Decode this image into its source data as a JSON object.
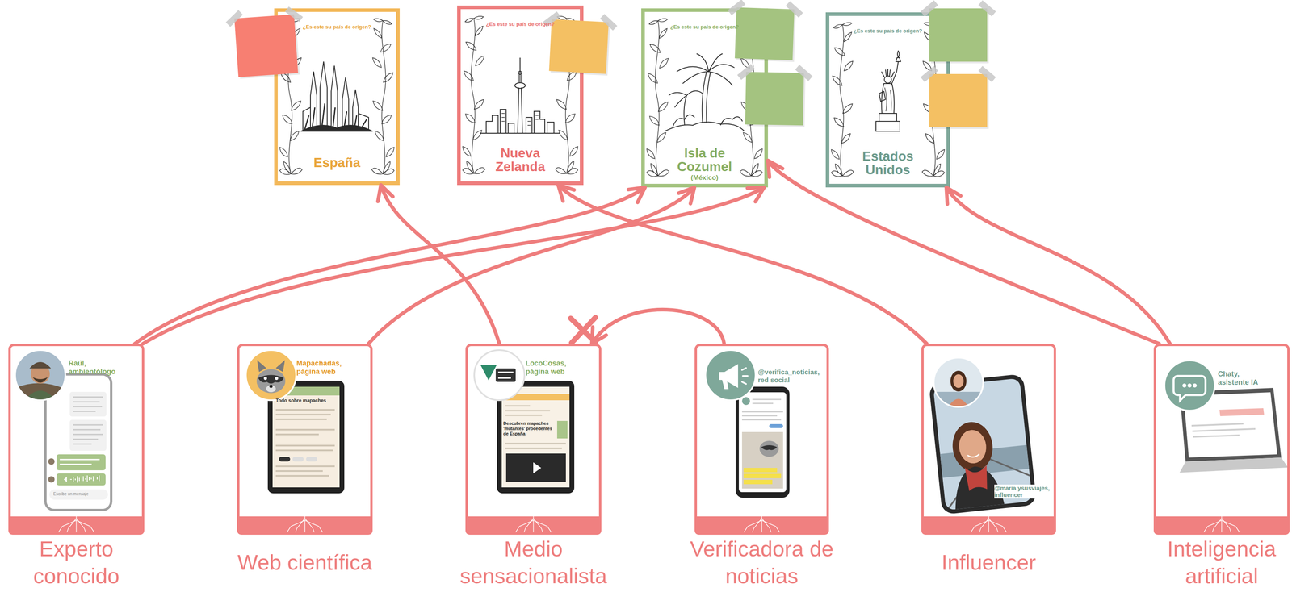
{
  "diagram": {
    "nodes": [
      {
        "text": [
          "¿Es este su país de origen?",
          "España"
        ]
      },
      {
        "text": [
          "¿Es este su país de origen?",
          "Nueva Zelanda"
        ]
      },
      {
        "text": [
          "¿Es este su país de origen?",
          "Isla de Cozumel",
          "(México)"
        ]
      },
      {
        "text": [
          "¿Es este su país de origen?",
          "Estados Unidos"
        ]
      },
      {
        "text": [
          "Raúl, ambientólogo",
          "Experto conocido"
        ]
      },
      {
        "text": [
          "Mapachadas, página web",
          "Web científica"
        ]
      },
      {
        "text": [
          "LocoCosas, página web",
          "Medio sensacionalista"
        ]
      },
      {
        "text": [
          "@verifica_noticias, red social",
          "Verificadora de noticias"
        ]
      },
      {
        "text": [
          "@maria.ysusviajes, influencer",
          "Influencer"
        ]
      },
      {
        "text": [
          "Chaty, asistente IA",
          "Inteligencia artificial"
        ]
      }
    ],
    "edges": [
      {
        "from": 4,
        "to": 2,
        "arrow": "to"
      },
      {
        "from": 4,
        "to": 2,
        "arrow": "to"
      },
      {
        "from": 5,
        "to": 2,
        "arrow": "to"
      },
      {
        "from": 6,
        "to": 0,
        "arrow": "to"
      },
      {
        "from": 7,
        "to": 6,
        "arrow": "to"
      },
      {
        "from": 8,
        "to": 1,
        "arrow": "to"
      },
      {
        "from": 9,
        "to": 2,
        "arrow": "to"
      },
      {
        "from": 9,
        "to": 3,
        "arrow": "to"
      }
    ],
    "labels": [
      "Todo sobre mapaches",
      "Descubren mapaches 'mutantes' procedentes de España",
      "Escribe un mensaje"
    ]
  }
}
